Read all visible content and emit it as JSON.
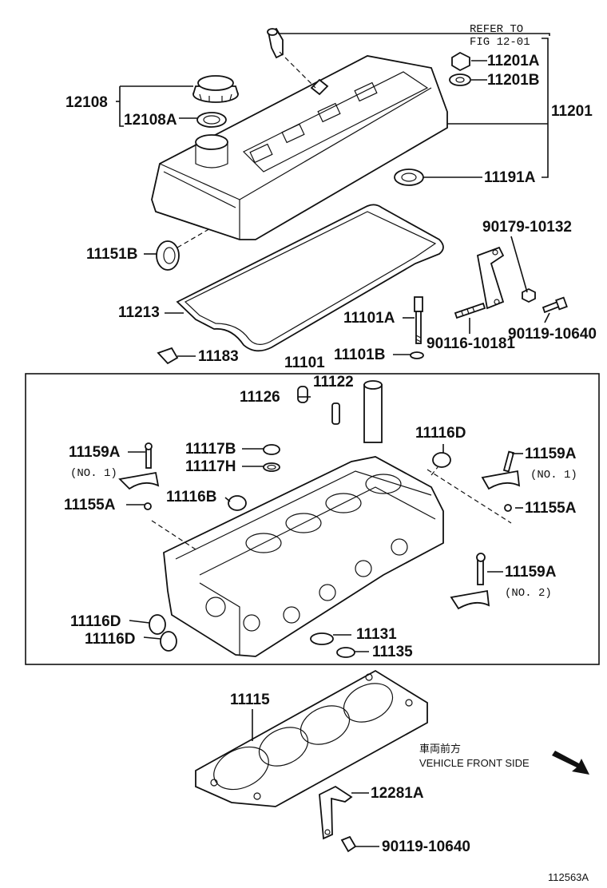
{
  "refer_note": [
    "REFER TO",
    "FIG 12-01"
  ],
  "direction_note": {
    "jp": "車両前方",
    "en": "VEHICLE FRONT SIDE"
  },
  "figure_id": "112563A",
  "labels": {
    "p11201A": "11201A",
    "p11201B": "11201B",
    "p11201": "11201",
    "p12108": "12108",
    "p12108A": "12108A",
    "p11191A": "11191A",
    "p90179": "90179-10132",
    "p11151B": "11151B",
    "p11213": "11213",
    "p11101A": "11101A",
    "p90116": "90116-10181",
    "p90119a": "90119-10640",
    "p11183": "11183",
    "p11101": "11101",
    "p11101B": "11101B",
    "p11122": "11122",
    "p11126": "11126",
    "p11116D_top": "11116D",
    "p11159A_l": "11159A",
    "p11159A_l_no": "(NO. 1)",
    "p11117B": "11117B",
    "p11117H": "11117H",
    "p11159A_r": "11159A",
    "p11159A_r_no": "(NO. 1)",
    "p11155A_l": "11155A",
    "p11116B": "11116B",
    "p11155A_r": "11155A",
    "p11159A_r2": "11159A",
    "p11159A_r2_no": "(NO. 2)",
    "p11116D_a": "11116D",
    "p11116D_b": "11116D",
    "p11131": "11131",
    "p11135": "11135",
    "p11115": "11115",
    "p12281A": "12281A",
    "p90119b": "90119-10640"
  }
}
